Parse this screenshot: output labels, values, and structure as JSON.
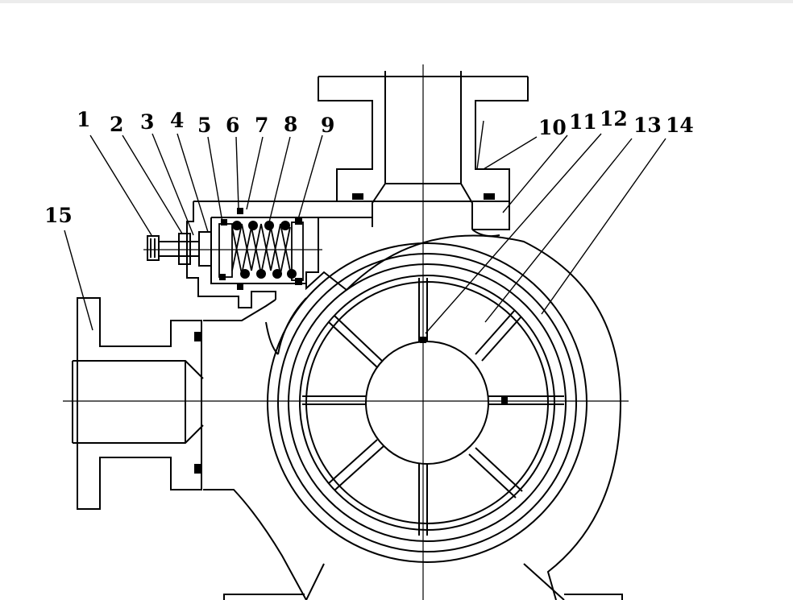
{
  "diagram": {
    "labels": {
      "l1": "1",
      "l2": "2",
      "l3": "3",
      "l4": "4",
      "l5": "5",
      "l6": "6",
      "l7": "7",
      "l8": "8",
      "l9": "9",
      "l10": "10",
      "l11": "11",
      "l12": "12",
      "l13": "13",
      "l14": "14",
      "l15": "15"
    },
    "colors": {
      "ink": "#000000",
      "background": "#ffffff"
    }
  }
}
